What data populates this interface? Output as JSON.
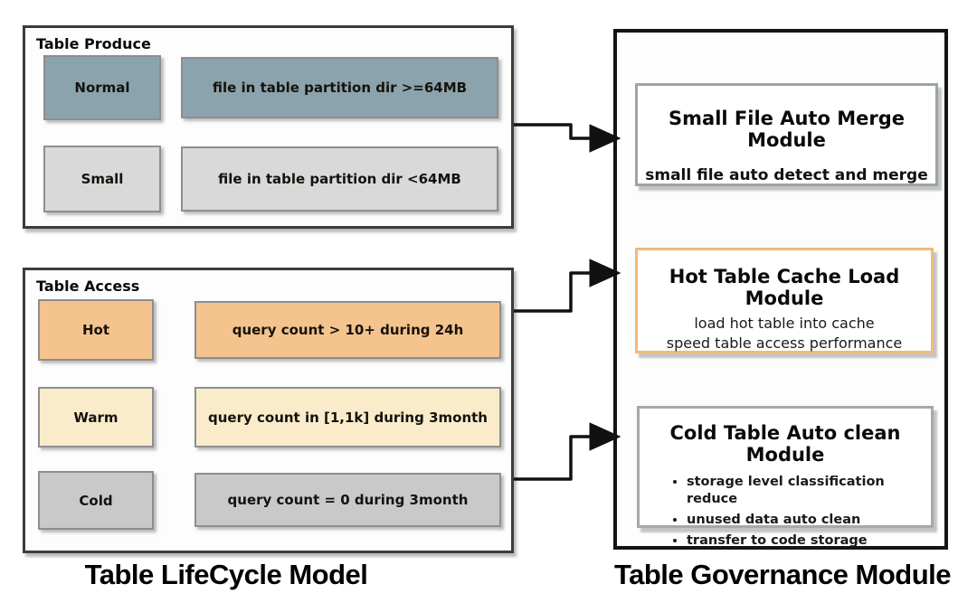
{
  "lifecycle": {
    "caption": "Table LifeCycle Model",
    "produce": {
      "title": "Table Produce",
      "rows": [
        {
          "label": "Normal",
          "desc": "file in table partition dir >=64MB",
          "bg": "#8ba3ac"
        },
        {
          "label": "Small",
          "desc": "file in table partition dir <64MB",
          "bg": "#d9d9d9"
        }
      ]
    },
    "access": {
      "title": "Table Access",
      "rows": [
        {
          "label": "Hot",
          "desc": "query count > 10+ during 24h",
          "bg": "#f5c38d"
        },
        {
          "label": "Warm",
          "desc": "query count in [1,1k] during 3month",
          "bg": "#faeccb"
        },
        {
          "label": "Cold",
          "desc": "query count = 0 during 3month",
          "bg": "#c9c9c9"
        }
      ]
    }
  },
  "governance": {
    "caption": "Table Governance Module",
    "modules": [
      {
        "title": "Small File Auto Merge Module",
        "subtitle": "small file auto detect and merge",
        "border": "#9aa5a8"
      },
      {
        "title": "Hot Table Cache Load Module",
        "line1": "load hot table into cache",
        "line2": "speed table access performance",
        "border": "#f2ba76"
      },
      {
        "title": "Cold Table Auto clean Module",
        "bullets": [
          "storage level classification reduce",
          "unused data auto clean",
          "transfer to code storage"
        ],
        "border": "#a8a8a8"
      }
    ]
  },
  "arrows": {
    "color": "#111111"
  }
}
